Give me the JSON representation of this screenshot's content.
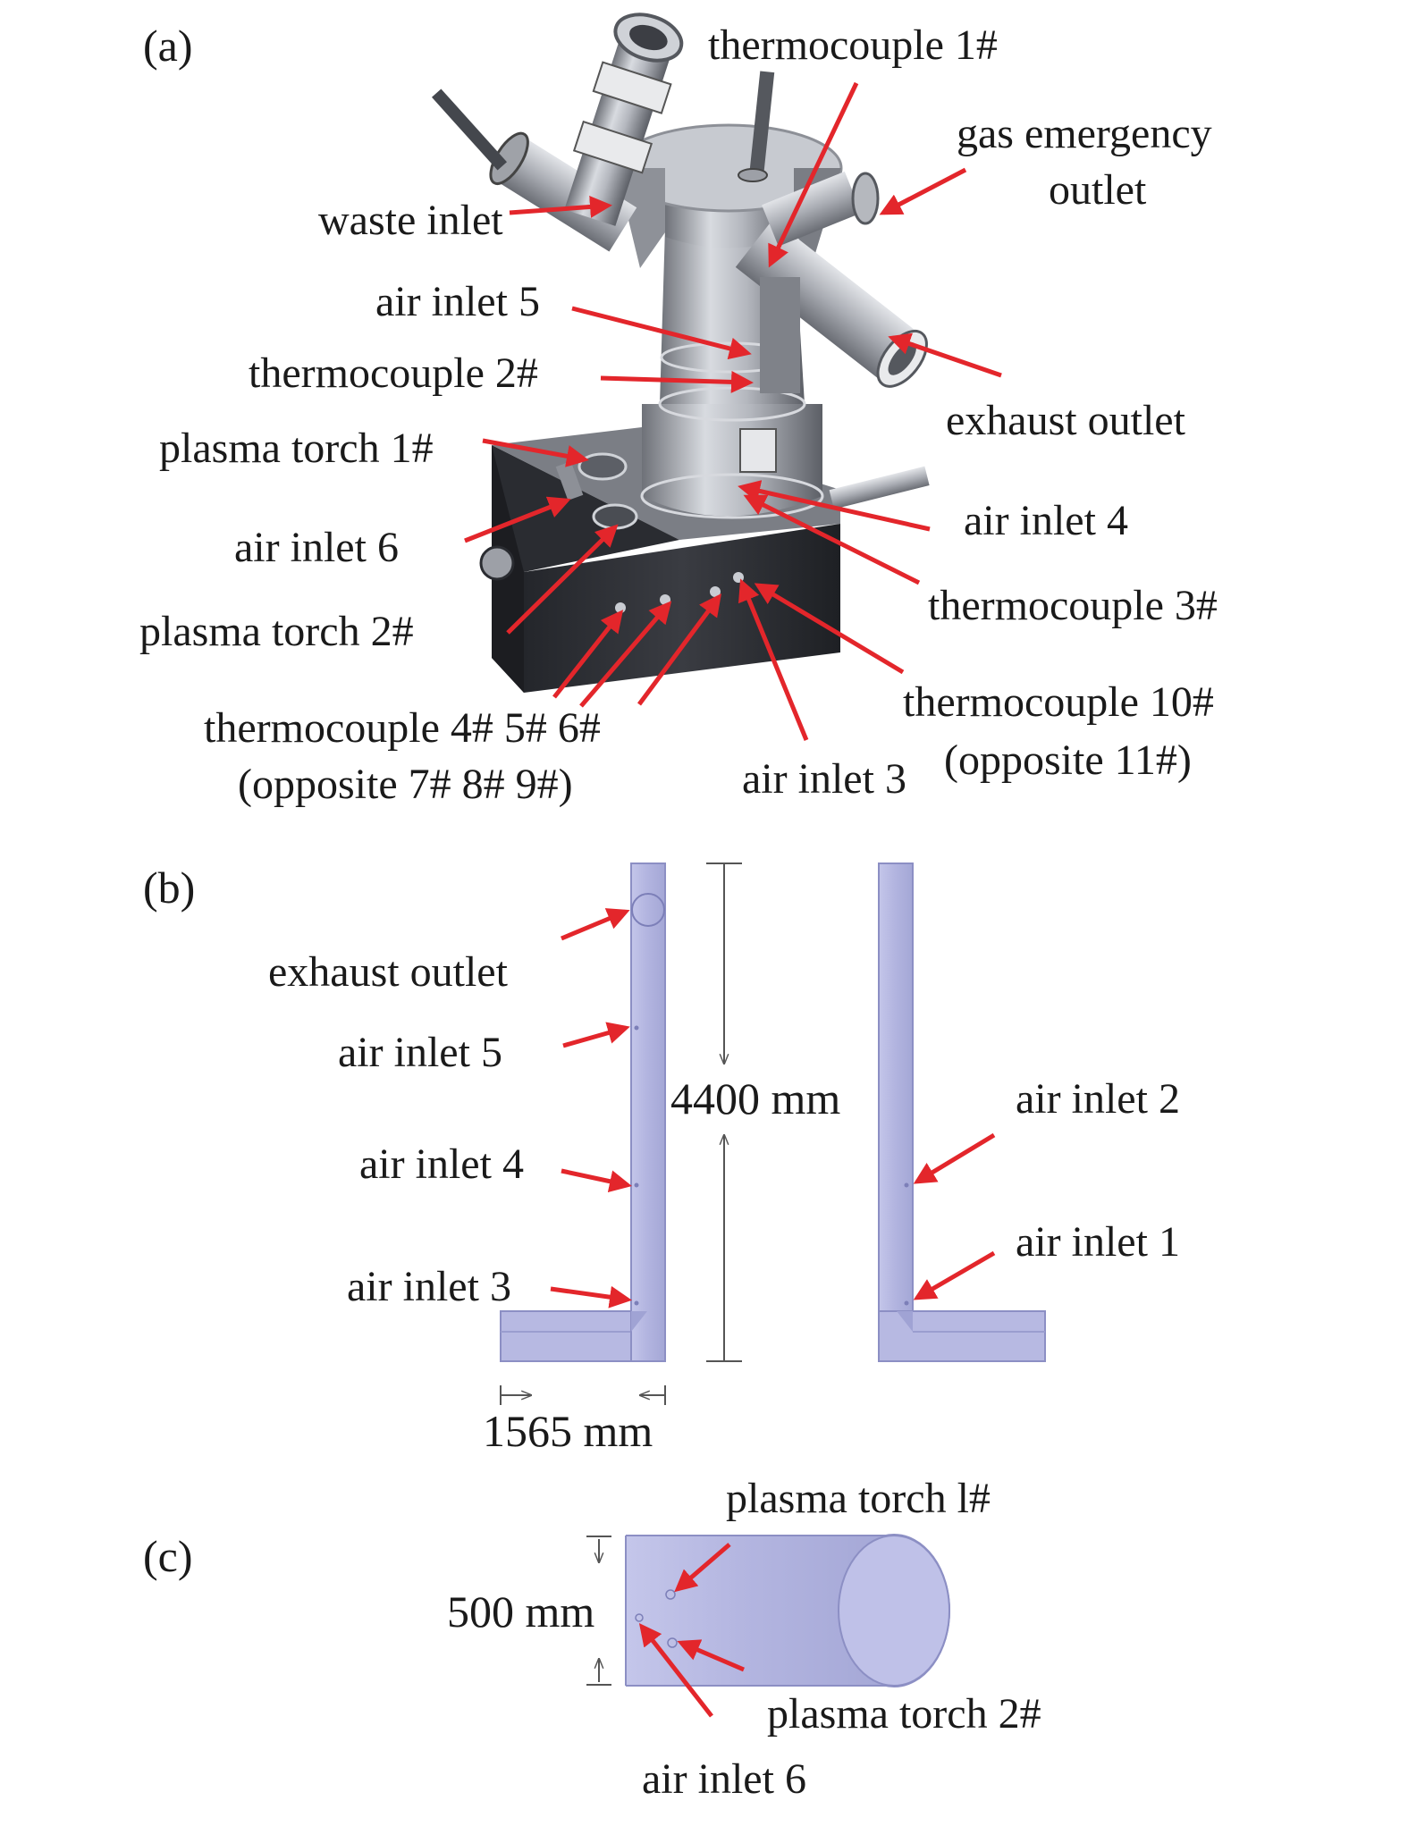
{
  "colors": {
    "arrow": "#e3262b",
    "metal_dark": "#3c3e44",
    "metal_light": "#c9ccd2",
    "pipe_fill": "#b6b8e0",
    "pipe_edge": "#8c8fc4",
    "dimension": "#555555"
  },
  "panel_a": {
    "tag": "(a)",
    "labels": {
      "thermocouple_1": "thermocouple 1#",
      "gas_emergency_line1": "gas emergency",
      "gas_emergency_line2": "outlet",
      "waste_inlet": "waste inlet",
      "air_inlet_5": "air inlet 5",
      "thermocouple_2": "thermocouple 2#",
      "exhaust_outlet": "exhaust outlet",
      "plasma_torch_1": "plasma torch 1#",
      "air_inlet_4": "air inlet 4",
      "air_inlet_6": "air inlet 6",
      "thermocouple_3": "thermocouple 3#",
      "plasma_torch_2": "plasma torch 2#",
      "thermocouple_10": "thermocouple 10#",
      "opposite_11": "(opposite 11#)",
      "thermocouple_456": "thermocouple 4# 5# 6#",
      "opposite_789": "(opposite 7# 8# 9#)",
      "air_inlet_3": "air inlet 3"
    }
  },
  "panel_b": {
    "tag": "(b)",
    "labels": {
      "exhaust_outlet": "exhaust outlet",
      "air_inlet_5": "air inlet 5",
      "air_inlet_4": "air inlet 4",
      "air_inlet_3": "air inlet 3",
      "air_inlet_2": "air inlet 2",
      "air_inlet_1": "air inlet 1"
    },
    "dim_height": "4400 mm",
    "dim_width": "1565 mm"
  },
  "panel_c": {
    "tag": "(c)",
    "labels": {
      "plasma_torch_1": "plasma torch l#",
      "plasma_torch_2": "plasma torch 2#",
      "air_inlet_6": "air inlet 6"
    },
    "dim_diameter": "500 mm"
  }
}
